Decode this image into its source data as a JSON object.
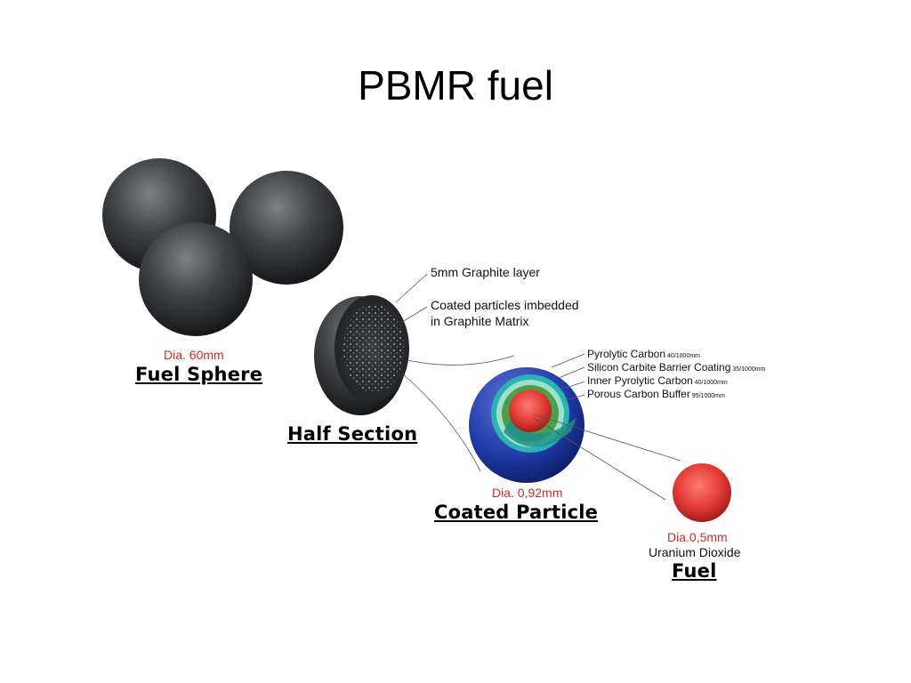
{
  "slide": {
    "title": "PBMR fuel"
  },
  "fuel_sphere": {
    "dimension": "Dia. 60mm",
    "name": "Fuel Sphere"
  },
  "half_section": {
    "name": "Half Section",
    "callout_graphite_layer": "5mm Graphite layer",
    "callout_particles_line1": "Coated particles imbedded",
    "callout_particles_line2": "in Graphite Matrix"
  },
  "coated_particle": {
    "dimension": "Dia. 0,92mm",
    "name": "Coated Particle",
    "layers": [
      {
        "label": "Pyrolytic Carbon",
        "size": "40/1000mm",
        "color": "#1f3aa6"
      },
      {
        "label": "Silicon Carbite Barrier Coating",
        "size": "35/1000mm",
        "color": "#2bb2b5"
      },
      {
        "label": "Inner Pyrolytic Carbon",
        "size": "40/1000mm",
        "color": "#9fe0c8"
      },
      {
        "label": "Porous Carbon Buffer",
        "size": "95/1000mm",
        "color": "#4aa14a"
      }
    ]
  },
  "fuel_kernel": {
    "dimension": "Dia.0,5mm",
    "material": "Uranium Dioxide",
    "name": "Fuel"
  },
  "colors": {
    "dimension_red": "#cc2a22",
    "graphite": "#2a2c2e",
    "kernel_red": "#e23a34"
  }
}
